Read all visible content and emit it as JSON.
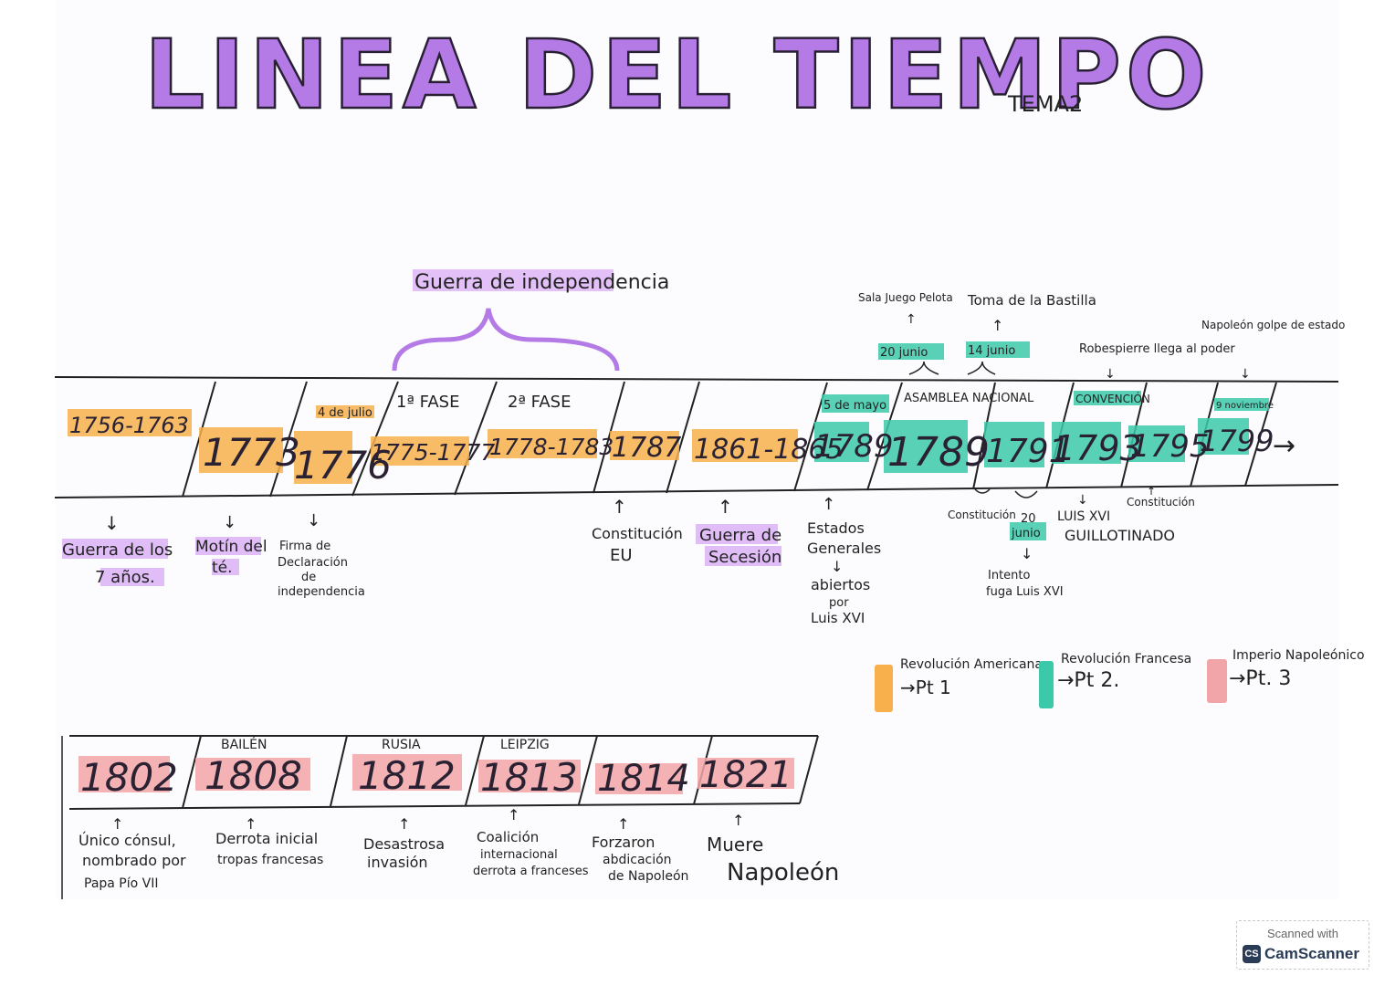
{
  "title": "LINEA DEL TIEMPO",
  "subtitle": "TEMA2",
  "colors": {
    "title": "#b47ae6",
    "american": "#f7b04c",
    "french": "#3cc9a9",
    "napoleon": "#f2a5a8",
    "purple": "#c98ef0",
    "ink": "#222222"
  },
  "war_of_independence": "Guerra de independencia",
  "timeline1": {
    "phase_labels": {
      "phase1": "1ª FASE",
      "phase2": "2ª FASE"
    },
    "top_notes": {
      "july4": "4 de julio",
      "may5": "5 de mayo",
      "assembly": "ASAMBLEA NACIONAL",
      "convention": "CONVENCIÓN",
      "nov9": "9 noviembre"
    },
    "upper_notes": {
      "june20": "20 junio",
      "june14": "14 junio",
      "juego_pelota": "Sala Juego Pelota",
      "bastilla": "Toma de la Bastilla",
      "robespierre": "Robespierre llega al poder",
      "napoleon_coup": "Napoleón golpe de estado"
    },
    "years": [
      "1756-1763",
      "1773",
      "1776",
      "1775-1777",
      "1778-1783",
      "1787",
      "1861-1865",
      "1789",
      "1789",
      "1791",
      "1793",
      "1795",
      "1799"
    ],
    "arrow": "→",
    "events": {
      "e1": [
        "Guerra de los",
        "7 años."
      ],
      "e2": [
        "Motín del",
        "té."
      ],
      "e3": [
        "Firma de",
        "Declaración",
        "de",
        "independencia"
      ],
      "e4": [
        "Constitución",
        "EU"
      ],
      "e5": [
        "Guerra de",
        "Secesión"
      ],
      "e6": [
        "Estados",
        "Generales"
      ],
      "e6b": [
        "abiertos",
        "por",
        "Luis XVI"
      ],
      "e7": "Constitución",
      "e8": [
        "20",
        "junio"
      ],
      "e8b": [
        "Intento",
        "fuga Luis XVI"
      ],
      "e9": [
        "LUIS XVI",
        "GUILLOTINADO"
      ],
      "e10": "Constitución"
    }
  },
  "legend": [
    {
      "label": "Revolución Americana",
      "part": "→Pt 1"
    },
    {
      "label": "Revolución Francesa",
      "part": "→Pt 2."
    },
    {
      "label": "Imperio Napoleónico",
      "part": "→Pt. 3"
    }
  ],
  "timeline2": {
    "places": [
      "BAILÉN",
      "RUSIA",
      "LEIPZIG"
    ],
    "years": [
      "1802",
      "1808",
      "1812",
      "1813",
      "1814",
      "1821"
    ],
    "events": {
      "e1": [
        "Único cónsul,",
        "nombrado por",
        "Papa Pío VII"
      ],
      "e2": [
        "Derrota inicial",
        "tropas francesas"
      ],
      "e3": [
        "Desastrosa",
        "invasión"
      ],
      "e4": [
        "Coalición",
        "internacional",
        "derrota a franceses"
      ],
      "e5": [
        "Forzaron",
        "abdicación",
        "de Napoleón"
      ],
      "e6": [
        "Muere",
        "Napoleón"
      ]
    }
  },
  "scanner": {
    "line1": "Scanned with",
    "logo": "CS",
    "line2": "CamScanner"
  }
}
